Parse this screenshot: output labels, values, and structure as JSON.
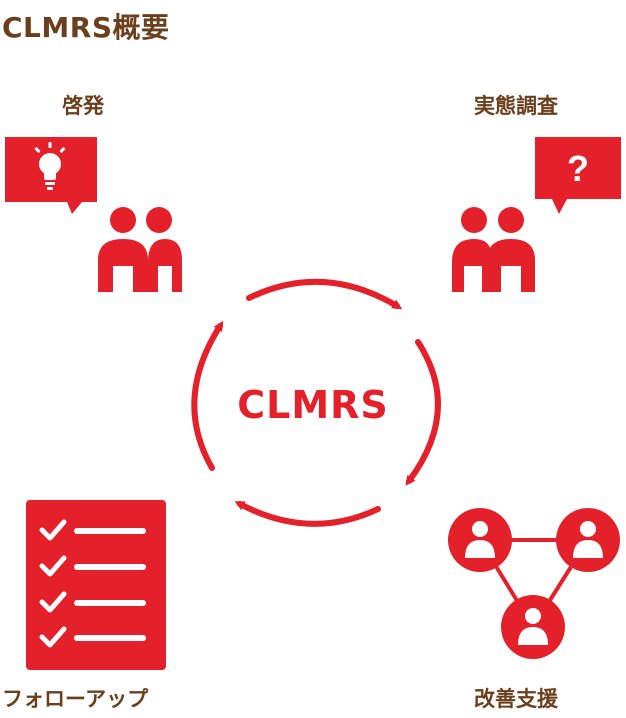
{
  "title": "CLMRS概要",
  "center": "CLMRS",
  "stages": {
    "top_left": "啓発",
    "top_right": "実態調査",
    "bottom_left": "フォローアップ",
    "bottom_right": "改善支援"
  },
  "icons": {
    "top_left": "lightbulb-speech-bubble-icon",
    "top_left_people": "two-people-icon",
    "top_right": "question-speech-bubble-icon",
    "top_right_people": "two-people-icon",
    "bottom_left": "checklist-icon",
    "bottom_right": "connected-people-network-icon"
  },
  "question_mark": "?",
  "colors": {
    "accent": "#e4202a",
    "text": "#6b3f1c"
  }
}
